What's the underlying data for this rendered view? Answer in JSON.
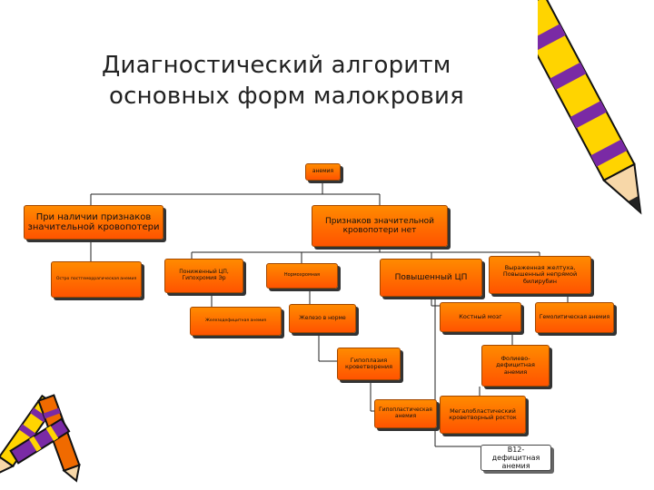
{
  "slide": {
    "title_line1": "Диагностический алгоритм",
    "title_line2": "основных форм малокровия"
  },
  "diagram": {
    "root": "анемия",
    "with_blood_loss": "При наличии признаков значительной кровопотери",
    "without_blood_loss": "Признаков значительной кровопотери нет",
    "acute_posthemorrhagic": "Остро постгеморрагическая анемия",
    "low_color_index": "Пониженный ЦП, Гипохромия Эр",
    "normal": "Нормохромная",
    "high_color_index": "Повышенный ЦП",
    "jaundice": "Выраженная желтуха, Повышенный непрямой билирубин",
    "iron_deficiency": "Железодефицитная анемия",
    "iron_normal": "Железо в норме",
    "bone_marrow": "Костный мозг",
    "hemolytic": "Гемолитическая анемия",
    "hypoplasia": "Гипоплазия кроветворения",
    "folate_deficiency": "Фолиево-дефицитная анемия",
    "hypoplastic_anemia": "Гипопластическая анемия",
    "megaloblastic": "Мегалобластический кроветворный росток",
    "b12_deficiency": "В12-дефицитная анемия"
  },
  "colors": {
    "box_top": "#ff8a00",
    "box_bottom": "#ff5400",
    "line": "#222222"
  },
  "icons": [
    "pencil-icon",
    "pencils-icon"
  ]
}
